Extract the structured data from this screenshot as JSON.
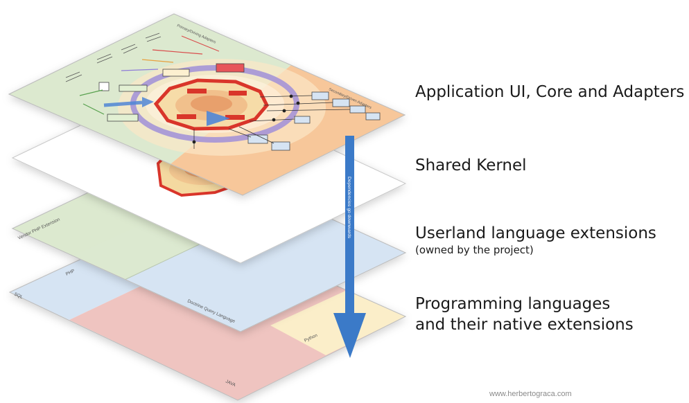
{
  "layers": [
    {
      "title": "Application UI, Core and Adapters"
    },
    {
      "title": "Shared Kernel"
    },
    {
      "title": "Userland language extensions",
      "subtitle": "(owned by the project)"
    },
    {
      "title_line1": "Programming languages",
      "title_line2": "and their native extensions"
    }
  ],
  "plane_labels": {
    "vendor_php": "Vendor PHP Extension",
    "php": "PHP",
    "doctrine": "Doctrine Query Language",
    "sql": "SQL",
    "python": "Python",
    "java": "JAVA"
  },
  "app_labels": {
    "primary": "Primary/Driving Adapters",
    "secondary": "Secondary/Driven Adapters"
  },
  "arrow_label": "Dependencies go downwards",
  "credit": "www.herbertograca.com",
  "colors": {
    "arrow": "#3b7ac8",
    "core_red": "#d9342b",
    "ring_purple": "#a08fd8",
    "green_zone": "#dce9cf",
    "orange_zone": "#f7c79a",
    "blue_zone": "#d6e4f3",
    "red_zone": "#efc4c0",
    "yellow_zone": "#fbeec9"
  }
}
